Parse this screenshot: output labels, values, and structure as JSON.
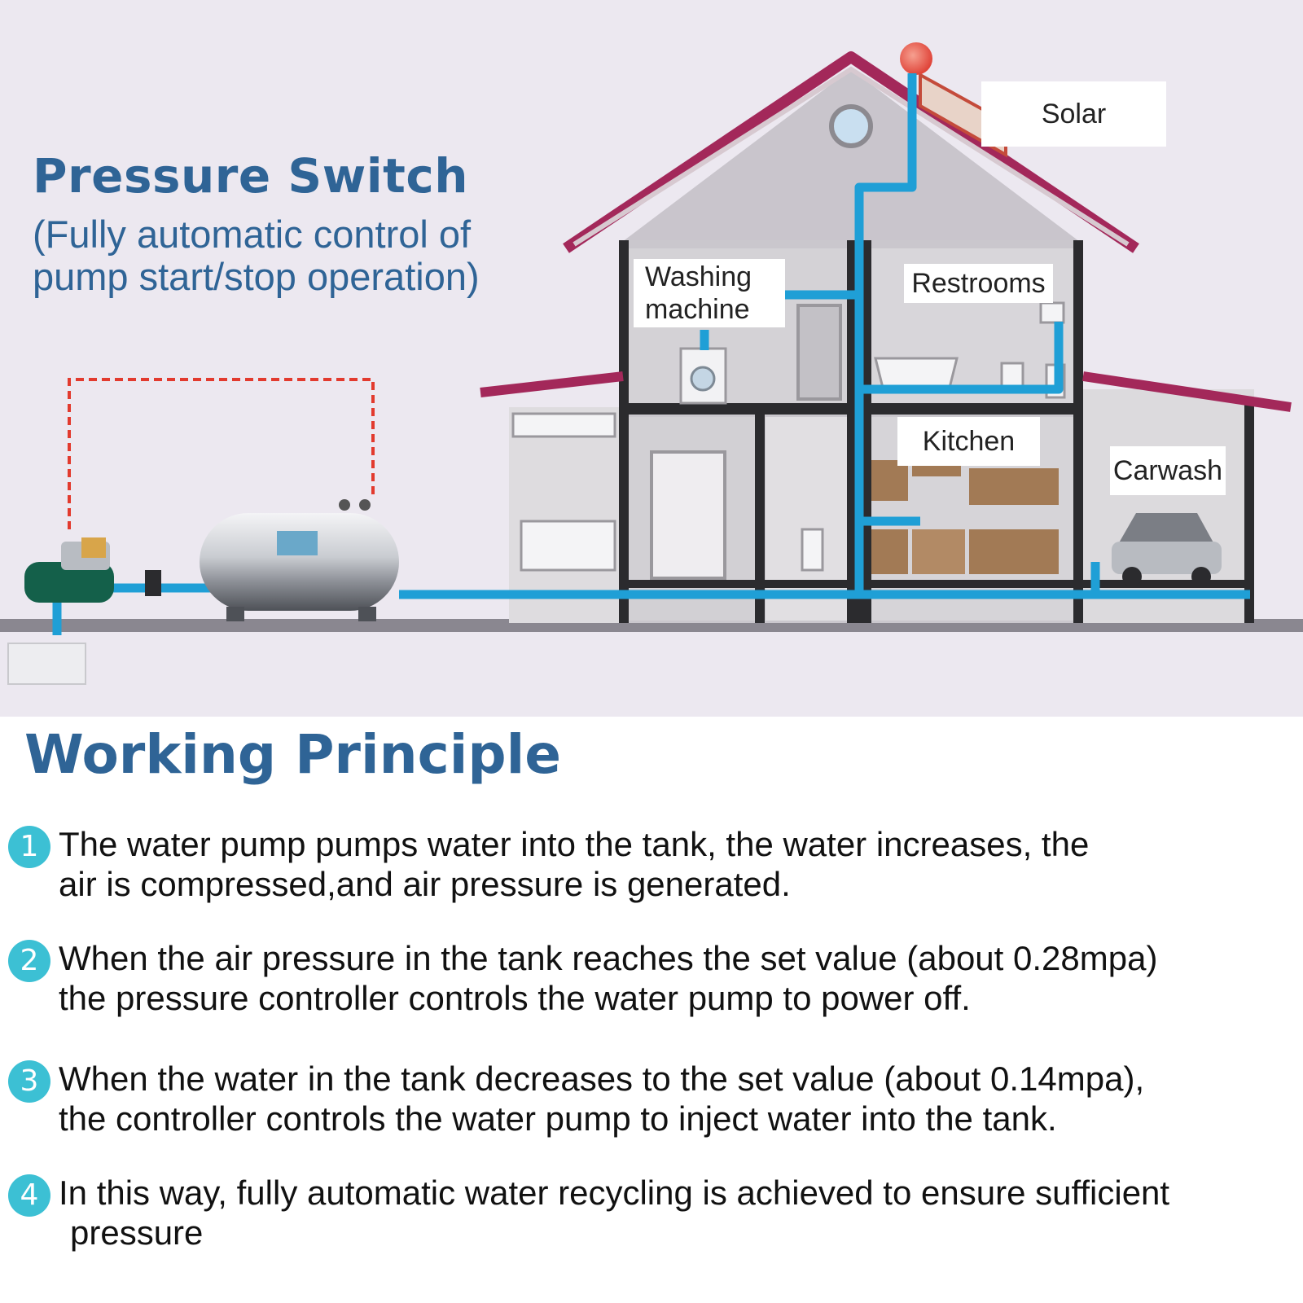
{
  "pressure_switch": {
    "title": "Pressure Switch",
    "subtitle_line1": "(Fully automatic control of",
    "subtitle_line2": "pump start/stop operation)"
  },
  "labels": {
    "solar": "Solar",
    "washing_line1": "Washing",
    "washing_line2": "machine",
    "restrooms": "Restrooms",
    "kitchen": "Kitchen",
    "carwash": "Carwash"
  },
  "working_principle": {
    "title": "Working Principle",
    "steps": [
      {
        "num": "1",
        "line1": "The water pump pumps water into the tank, the water increases, the",
        "line2": "air is compressed,and air pressure is generated."
      },
      {
        "num": "2",
        "line1": "When the air pressure in the tank reaches the set value (about  0.28mpa)",
        "line2": "the pressure controller controls the water pump to power off."
      },
      {
        "num": "3",
        "line1": "When the water in the tank decreases to the set value (about 0.14mpa),",
        "line2": "the controller controls the water pump to inject water into the tank."
      },
      {
        "num": "4",
        "line1": "In this way, fully automatic water recycling is achieved to ensure sufficient",
        "line2": "pressure"
      }
    ]
  },
  "colors": {
    "title_blue": "#2f6496",
    "pipe_blue": "#1f9fd6",
    "roof": "#a3285a",
    "badge": "#3cc0d4",
    "background": "#ece8f0"
  }
}
